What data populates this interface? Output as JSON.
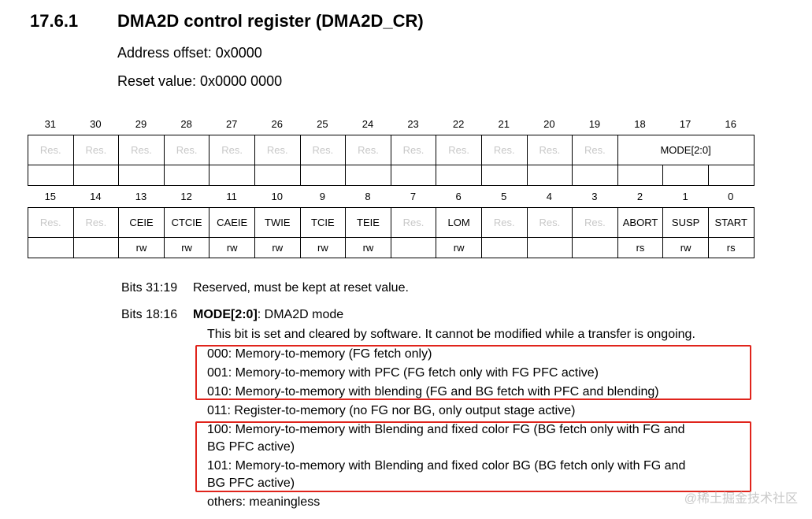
{
  "header": {
    "section_number": "17.6.1",
    "title": "DMA2D control register (DMA2D_CR)",
    "address_offset": "Address offset: 0x0000",
    "reset_value": "Reset value: 0x0000 0000"
  },
  "register": {
    "upper_bits": [
      "31",
      "30",
      "29",
      "28",
      "27",
      "26",
      "25",
      "24",
      "23",
      "22",
      "21",
      "20",
      "19",
      "18",
      "17",
      "16"
    ],
    "upper_fields": [
      {
        "name": "Res.",
        "reserved": true,
        "access": ""
      },
      {
        "name": "Res.",
        "reserved": true,
        "access": ""
      },
      {
        "name": "Res.",
        "reserved": true,
        "access": ""
      },
      {
        "name": "Res.",
        "reserved": true,
        "access": ""
      },
      {
        "name": "Res.",
        "reserved": true,
        "access": ""
      },
      {
        "name": "Res.",
        "reserved": true,
        "access": ""
      },
      {
        "name": "Res.",
        "reserved": true,
        "access": ""
      },
      {
        "name": "Res.",
        "reserved": true,
        "access": ""
      },
      {
        "name": "Res.",
        "reserved": true,
        "access": ""
      },
      {
        "name": "Res.",
        "reserved": true,
        "access": ""
      },
      {
        "name": "Res.",
        "reserved": true,
        "access": ""
      },
      {
        "name": "Res.",
        "reserved": true,
        "access": ""
      },
      {
        "name": "Res.",
        "reserved": true,
        "access": ""
      }
    ],
    "mode_field": "MODE[2:0]",
    "lower_bits": [
      "15",
      "14",
      "13",
      "12",
      "11",
      "10",
      "9",
      "8",
      "7",
      "6",
      "5",
      "4",
      "3",
      "2",
      "1",
      "0"
    ],
    "lower_fields": [
      {
        "name": "Res.",
        "reserved": true,
        "access": ""
      },
      {
        "name": "Res.",
        "reserved": true,
        "access": ""
      },
      {
        "name": "CEIE",
        "reserved": false,
        "access": "rw"
      },
      {
        "name": "CTCIE",
        "reserved": false,
        "access": "rw"
      },
      {
        "name": "CAEIE",
        "reserved": false,
        "access": "rw"
      },
      {
        "name": "TWIE",
        "reserved": false,
        "access": "rw"
      },
      {
        "name": "TCIE",
        "reserved": false,
        "access": "rw"
      },
      {
        "name": "TEIE",
        "reserved": false,
        "access": "rw"
      },
      {
        "name": "Res.",
        "reserved": true,
        "access": ""
      },
      {
        "name": "LOM",
        "reserved": false,
        "access": "rw"
      },
      {
        "name": "Res.",
        "reserved": true,
        "access": ""
      },
      {
        "name": "Res.",
        "reserved": true,
        "access": ""
      },
      {
        "name": "Res.",
        "reserved": true,
        "access": ""
      },
      {
        "name": "ABORT",
        "reserved": false,
        "access": "rs"
      },
      {
        "name": "SUSP",
        "reserved": false,
        "access": "rw"
      },
      {
        "name": "START",
        "reserved": false,
        "access": "rs"
      }
    ]
  },
  "description": {
    "bits_31_19_label": "Bits 31:19",
    "bits_31_19_text": "Reserved, must be kept at reset value.",
    "bits_18_16_label": "Bits 18:16",
    "bits_18_16_name": "MODE[2:0]",
    "bits_18_16_suffix": ": DMA2D mode",
    "lines": [
      "This bit is set and cleared by software. It cannot be modified while a transfer is ongoing.",
      "000: Memory-to-memory (FG fetch only)",
      "001: Memory-to-memory with PFC (FG fetch only with FG PFC active)",
      "010: Memory-to-memory with blending (FG and BG fetch with PFC and blending)",
      "011: Register-to-memory (no FG nor BG, only output stage active)",
      "100: Memory-to-memory with Blending and fixed color FG (BG fetch only with FG and",
      "BG PFC active)",
      "101: Memory-to-memory with Blending and fixed color BG (BG fetch only with FG and",
      "BG PFC active)",
      "others: meaningless"
    ]
  },
  "watermark": "@稀土掘金技术社区",
  "highlight_color": "#e0241c"
}
